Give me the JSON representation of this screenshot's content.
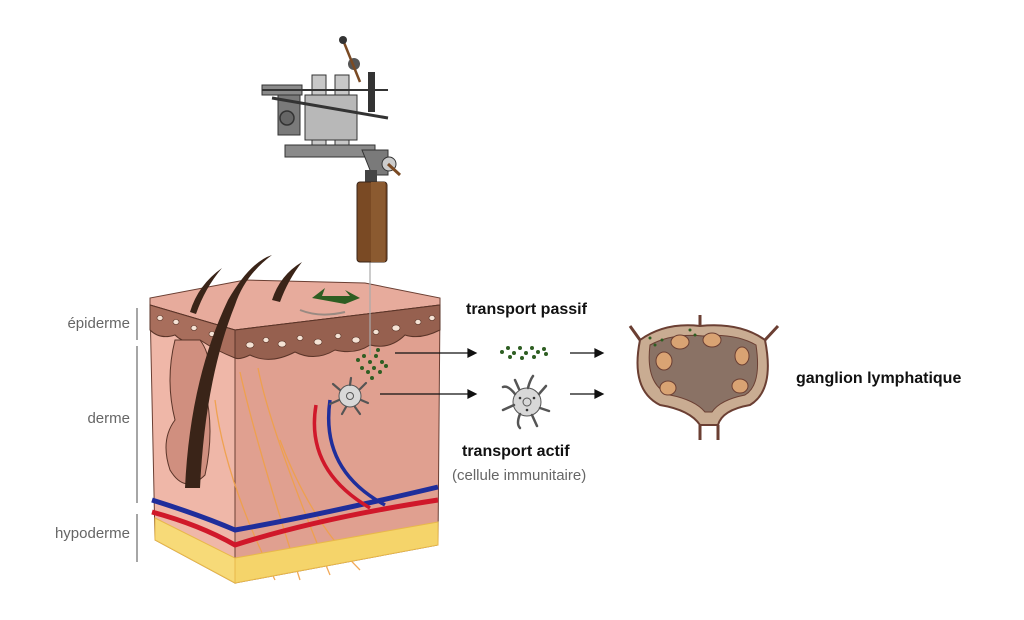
{
  "layers": {
    "epidermis": "épiderme",
    "dermis": "derme",
    "hypodermis": "hypoderme"
  },
  "transport": {
    "passive": "transport passif",
    "active": "transport actif",
    "active_note": "(cellule immunitaire)"
  },
  "destination": "ganglion lymphatique",
  "colors": {
    "skin": "#e3a595",
    "skin_side": "#efb7a8",
    "epidermis": "#8b5a4a",
    "ink": "#2e5e22",
    "fat": "#f5d46a",
    "artery": "#d0182a",
    "vein": "#1f2e9b",
    "nerve": "#f0a048",
    "hair": "#3a2418",
    "node_outer": "#c9ac92",
    "node_inner": "#8a7265",
    "node_follicle": "#d9a373",
    "machine_grey": "#8a8a8a",
    "grip": "#7a4a24",
    "cell": "#d8d8d8"
  }
}
